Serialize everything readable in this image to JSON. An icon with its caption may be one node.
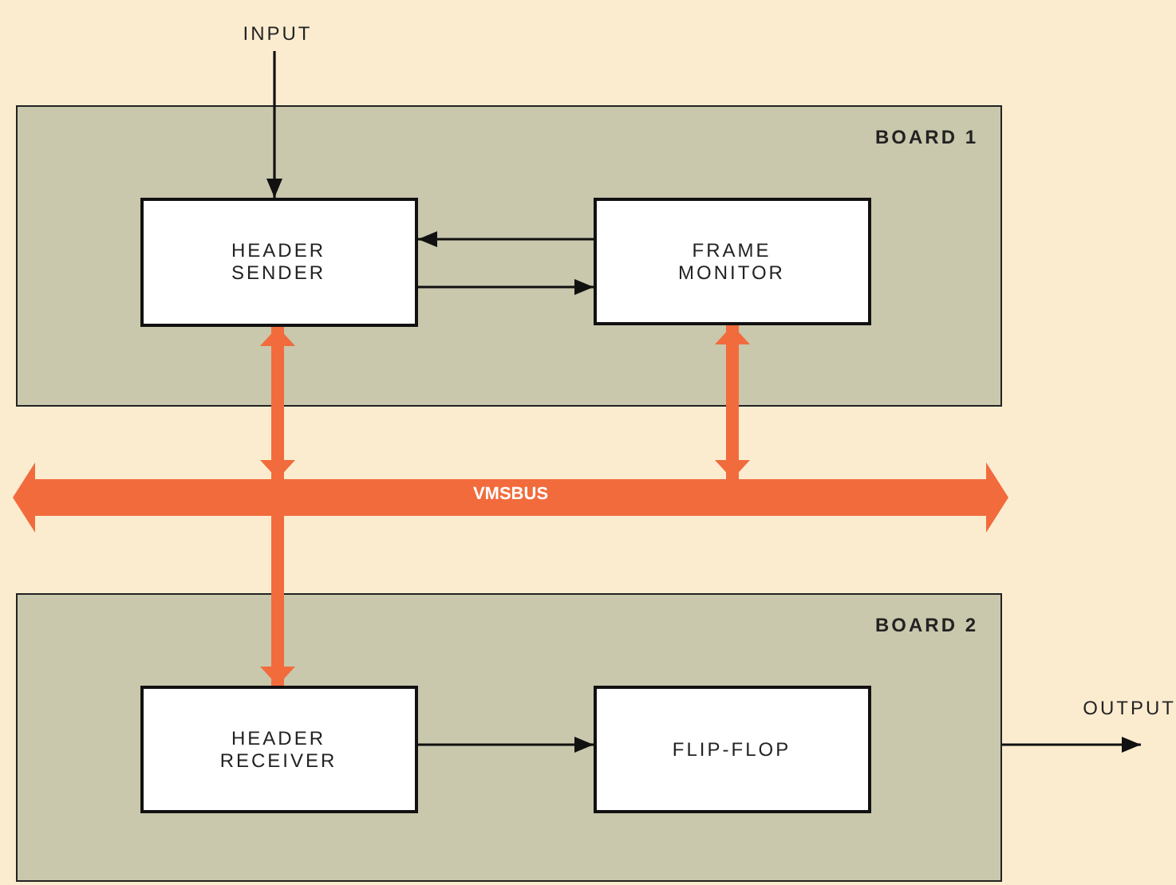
{
  "diagram": {
    "nodes": [
      {
        "text": [
          "BOARD 1"
        ]
      },
      {
        "text": [
          "HEADER SENDER"
        ],
        "in": 0
      },
      {
        "text": [
          "FRAME MONITOR"
        ],
        "in": 0
      },
      {
        "text": [
          "VMSBUS"
        ]
      },
      {
        "text": [
          "BOARD 2"
        ]
      },
      {
        "text": [
          "HEADER RECEIVER"
        ],
        "in": 4
      },
      {
        "text": [
          "FLIP-FLOP"
        ],
        "in": 4
      },
      {
        "text": [
          "INPUT"
        ]
      }
    ],
    "edges": [
      {
        "from": 7,
        "to": 1,
        "arrow": "to"
      },
      {
        "from": 2,
        "to": 1,
        "arrow": "to"
      },
      {
        "from": 1,
        "to": 2,
        "arrow": "to"
      },
      {
        "from": 1,
        "to": 3,
        "arrow": "both",
        "style": "thick",
        "color": "#f26b3c"
      },
      {
        "from": 2,
        "to": 3,
        "arrow": "both",
        "style": "thick",
        "color": "#f26b3c"
      },
      {
        "from": 3,
        "to": 5,
        "arrow": "to",
        "style": "thick",
        "color": "#f26b3c"
      },
      {
        "from": 5,
        "to": 6,
        "arrow": "to"
      },
      {
        "from": 4,
        "to": null,
        "arrow": "to",
        "label": "OUTPUT"
      }
    ]
  }
}
